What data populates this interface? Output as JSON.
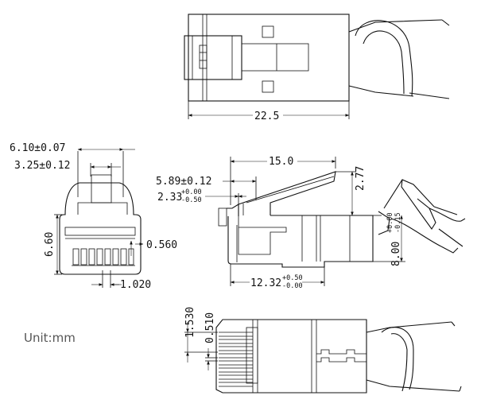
{
  "unit_label": "Unit:mm",
  "dimensions": {
    "length_total": "22.5",
    "width_body": "6.10±0.07",
    "width_latch": "3.25±0.12",
    "height_front": "6.60",
    "contact_spacing": "0.560",
    "contact_pitch": "1.020",
    "length_side": "15.0",
    "latch_offset": "5.89±0.12",
    "latch_step": "2.33",
    "latch_step_tol_top": "+0.00",
    "latch_step_tol_bottom": "-0.50",
    "latch_height": "2.77",
    "body_height": "8.00",
    "body_height_tol_top": "+0.00",
    "body_height_tol_bottom": "-0.15",
    "nose_length": "12.32",
    "nose_length_tol_top": "+0.50",
    "nose_length_tol_bottom": "-0.00",
    "blade_width": "1.530",
    "blade_gap": "0.510"
  }
}
